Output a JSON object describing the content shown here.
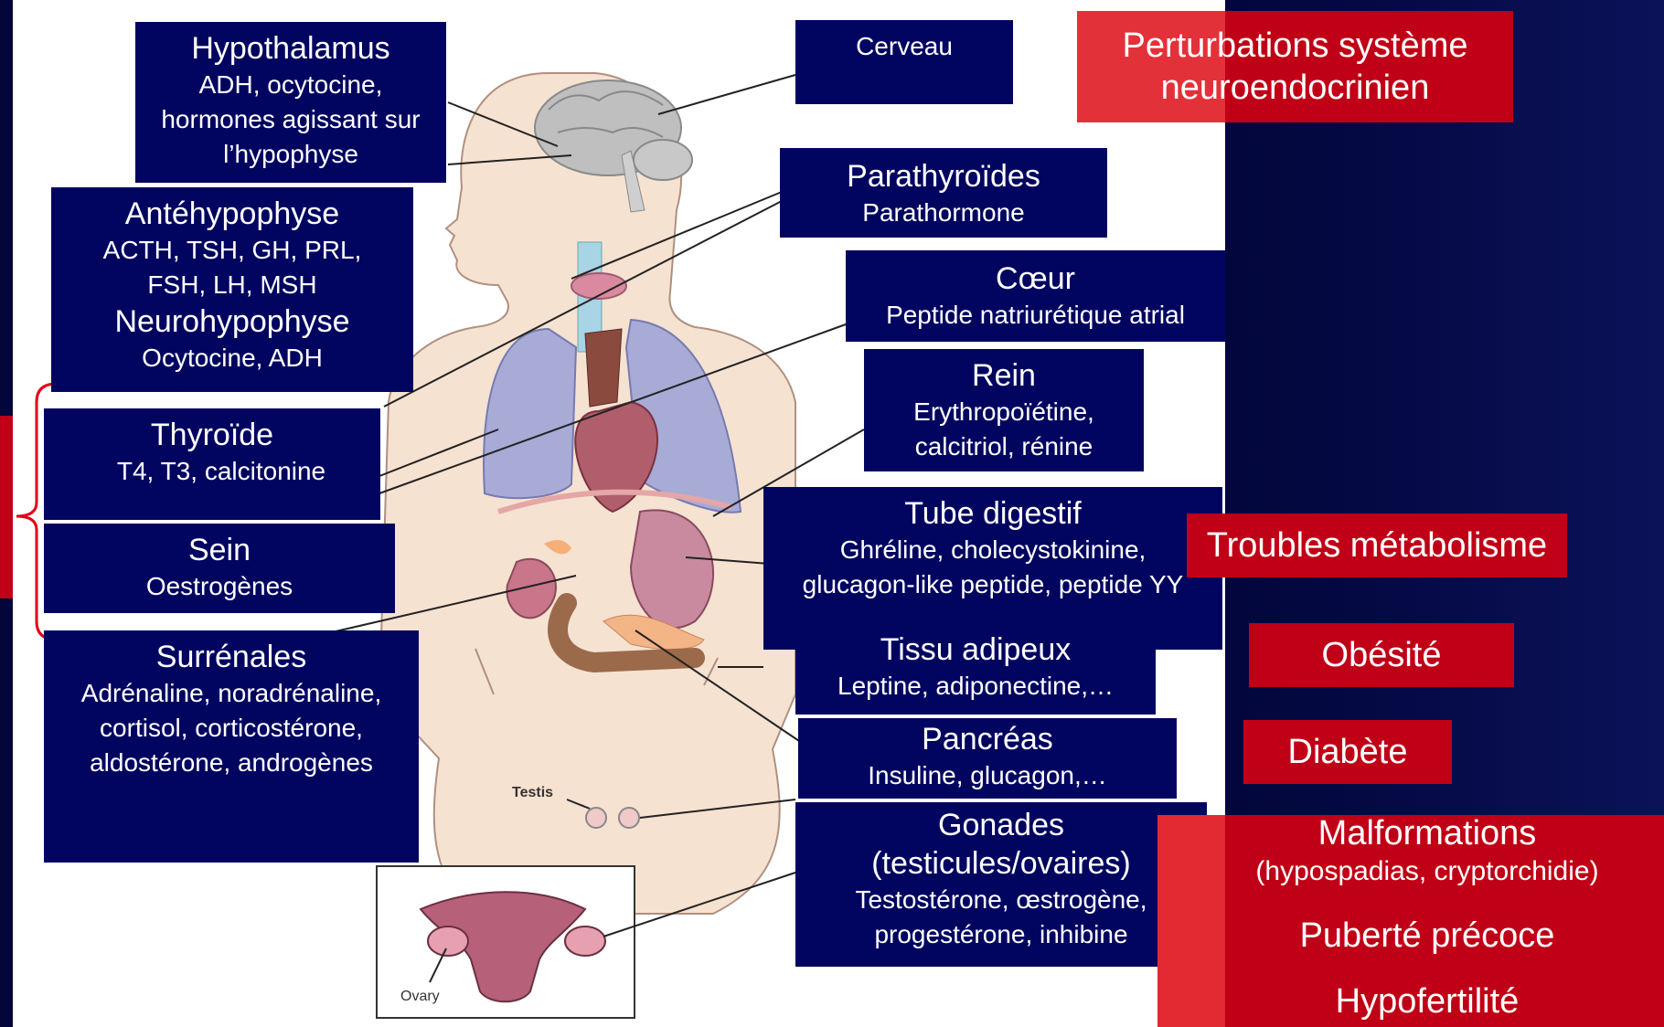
{
  "labels": {
    "hypothalamus": {
      "title": "Hypothalamus",
      "text": "ADH, ocytocine, hormones agissant sur l’hypophyse"
    },
    "cerveau": {
      "title": "Cerveau"
    },
    "antehypophyse": {
      "title": "Antéhypophyse",
      "text": "ACTH, TSH, GH, PRL, FSH, LH, MSH"
    },
    "neurohypophyse": {
      "title": "Neurohypophyse",
      "text": "Ocytocine, ADH"
    },
    "parathyroides": {
      "title": "Parathyroïdes",
      "text": "Parathormone"
    },
    "coeur": {
      "title": "Cœur",
      "text": "Peptide natriurétique atrial"
    },
    "rein": {
      "title": "Rein",
      "text": "Erythropoïétine, calcitriol, rénine"
    },
    "thyroide": {
      "title": "Thyroïde",
      "text": "T4, T3, calcitonine"
    },
    "sein": {
      "title": "Sein",
      "text": "Oestrogènes"
    },
    "tube_digestif": {
      "title": "Tube digestif",
      "text": "Ghréline, cholecystokinine, glucagon-like peptide, peptide YY"
    },
    "surrenales": {
      "title": "Surrénales",
      "text": "Adrénaline, noradrénaline, cortisol, corticostérone, aldostérone, androgènes"
    },
    "tissu_adipeux": {
      "title": "Tissu adipeux",
      "text": "Leptine, adiponectine,…"
    },
    "pancreas": {
      "title": "Pancréas",
      "text": "Insuline, glucagon,…"
    },
    "gonades": {
      "title": "Gonades (testicules/ovaires)",
      "text": "Testostérone, œstrogène, progestérone, inhibine"
    }
  },
  "figure_labels": {
    "testis": "Testis",
    "ovary": "Ovary"
  },
  "effects": {
    "neuro": "Perturbations système neuroendocrinien",
    "metabolism": "Troubles métabolisme",
    "obesity": "Obésité",
    "diabetes": "Diabète",
    "malformations": "Malformations",
    "malformations_detail": "(hypospadias, cryptorchidie)",
    "puberty": "Puberté précoce",
    "hypofertility": "Hypofertilité"
  },
  "colors": {
    "background": "#02063b",
    "label_box": "#020560",
    "effect_box": "#c00016",
    "bracket": "#e3001b"
  }
}
